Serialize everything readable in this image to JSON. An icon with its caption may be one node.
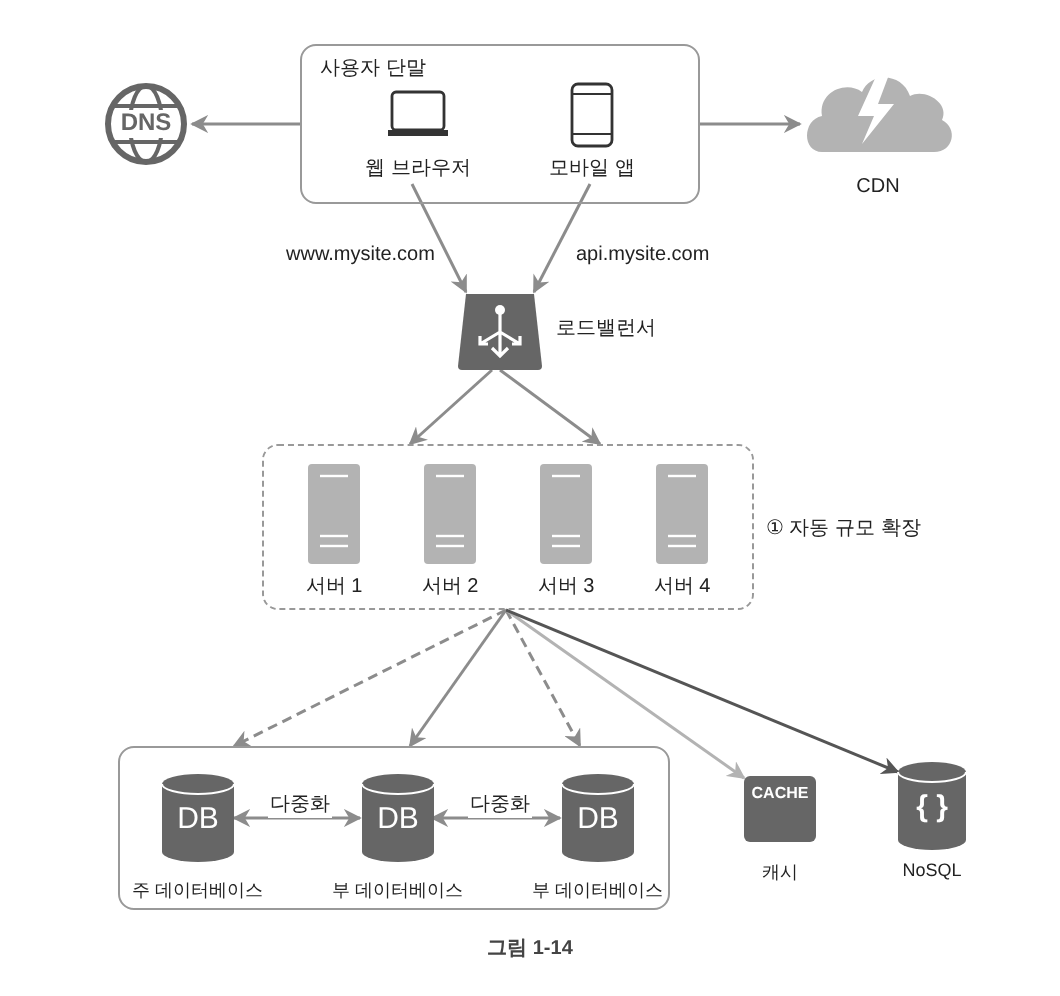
{
  "diagram": {
    "caption": "그림 1-14",
    "nodes": [
      {
        "text": [
          "사용자 단말"
        ]
      },
      {
        "text": [
          "웹 브라우저"
        ],
        "in": 0
      },
      {
        "text": [
          "모바일 앱"
        ],
        "in": 0
      },
      {
        "text": [
          "DNS"
        ]
      },
      {
        "text": [
          "CDN"
        ]
      },
      {
        "text": [
          "로드밸런서"
        ]
      },
      {
        "text": [],
        "shape": "box",
        "beside": [
          "① 자동 규모 확장"
        ]
      },
      {
        "text": [
          "서버 1"
        ],
        "in": 6
      },
      {
        "text": [
          "서버 2"
        ],
        "in": 6
      },
      {
        "text": [
          "서버 3"
        ],
        "in": 6
      },
      {
        "text": [
          "서버 4"
        ],
        "in": 6
      },
      {
        "text": [],
        "shape": "box"
      },
      {
        "text": [
          "DB",
          "주 데이터베이스"
        ],
        "in": 11
      },
      {
        "text": [
          "DB",
          "부 데이터베이스"
        ],
        "in": 11
      },
      {
        "text": [
          "DB",
          "부 데이터베이스"
        ],
        "in": 11
      },
      {
        "text": [
          "CACHE",
          "캐시"
        ]
      },
      {
        "text": [
          "{ }",
          "NoSQL"
        ]
      }
    ],
    "edges": [
      {
        "from": 0,
        "to": 3,
        "arrow": "to"
      },
      {
        "from": 0,
        "to": 4,
        "arrow": "to"
      },
      {
        "from": 1,
        "to": 5,
        "arrow": "to",
        "label": "www.mysite.com"
      },
      {
        "from": 2,
        "to": 5,
        "arrow": "to",
        "label": "api.mysite.com"
      },
      {
        "from": 5,
        "to": 6,
        "arrow": "to"
      },
      {
        "from": 5,
        "to": 6,
        "arrow": "to"
      },
      {
        "from": 6,
        "to": 11,
        "arrow": "to",
        "style": "dashed"
      },
      {
        "from": 6,
        "to": 11,
        "arrow": "to"
      },
      {
        "from": 6,
        "to": 11,
        "arrow": "to",
        "style": "dashed"
      },
      {
        "from": 6,
        "to": 15,
        "arrow": "to",
        "color": "#b3b3b3"
      },
      {
        "from": 6,
        "to": 16,
        "arrow": "to",
        "color": "#555555"
      },
      {
        "from": 12,
        "to": 13,
        "arrow": "both",
        "label": "다중화"
      },
      {
        "from": 13,
        "to": 14,
        "arrow": "both",
        "label": "다중화"
      }
    ]
  }
}
